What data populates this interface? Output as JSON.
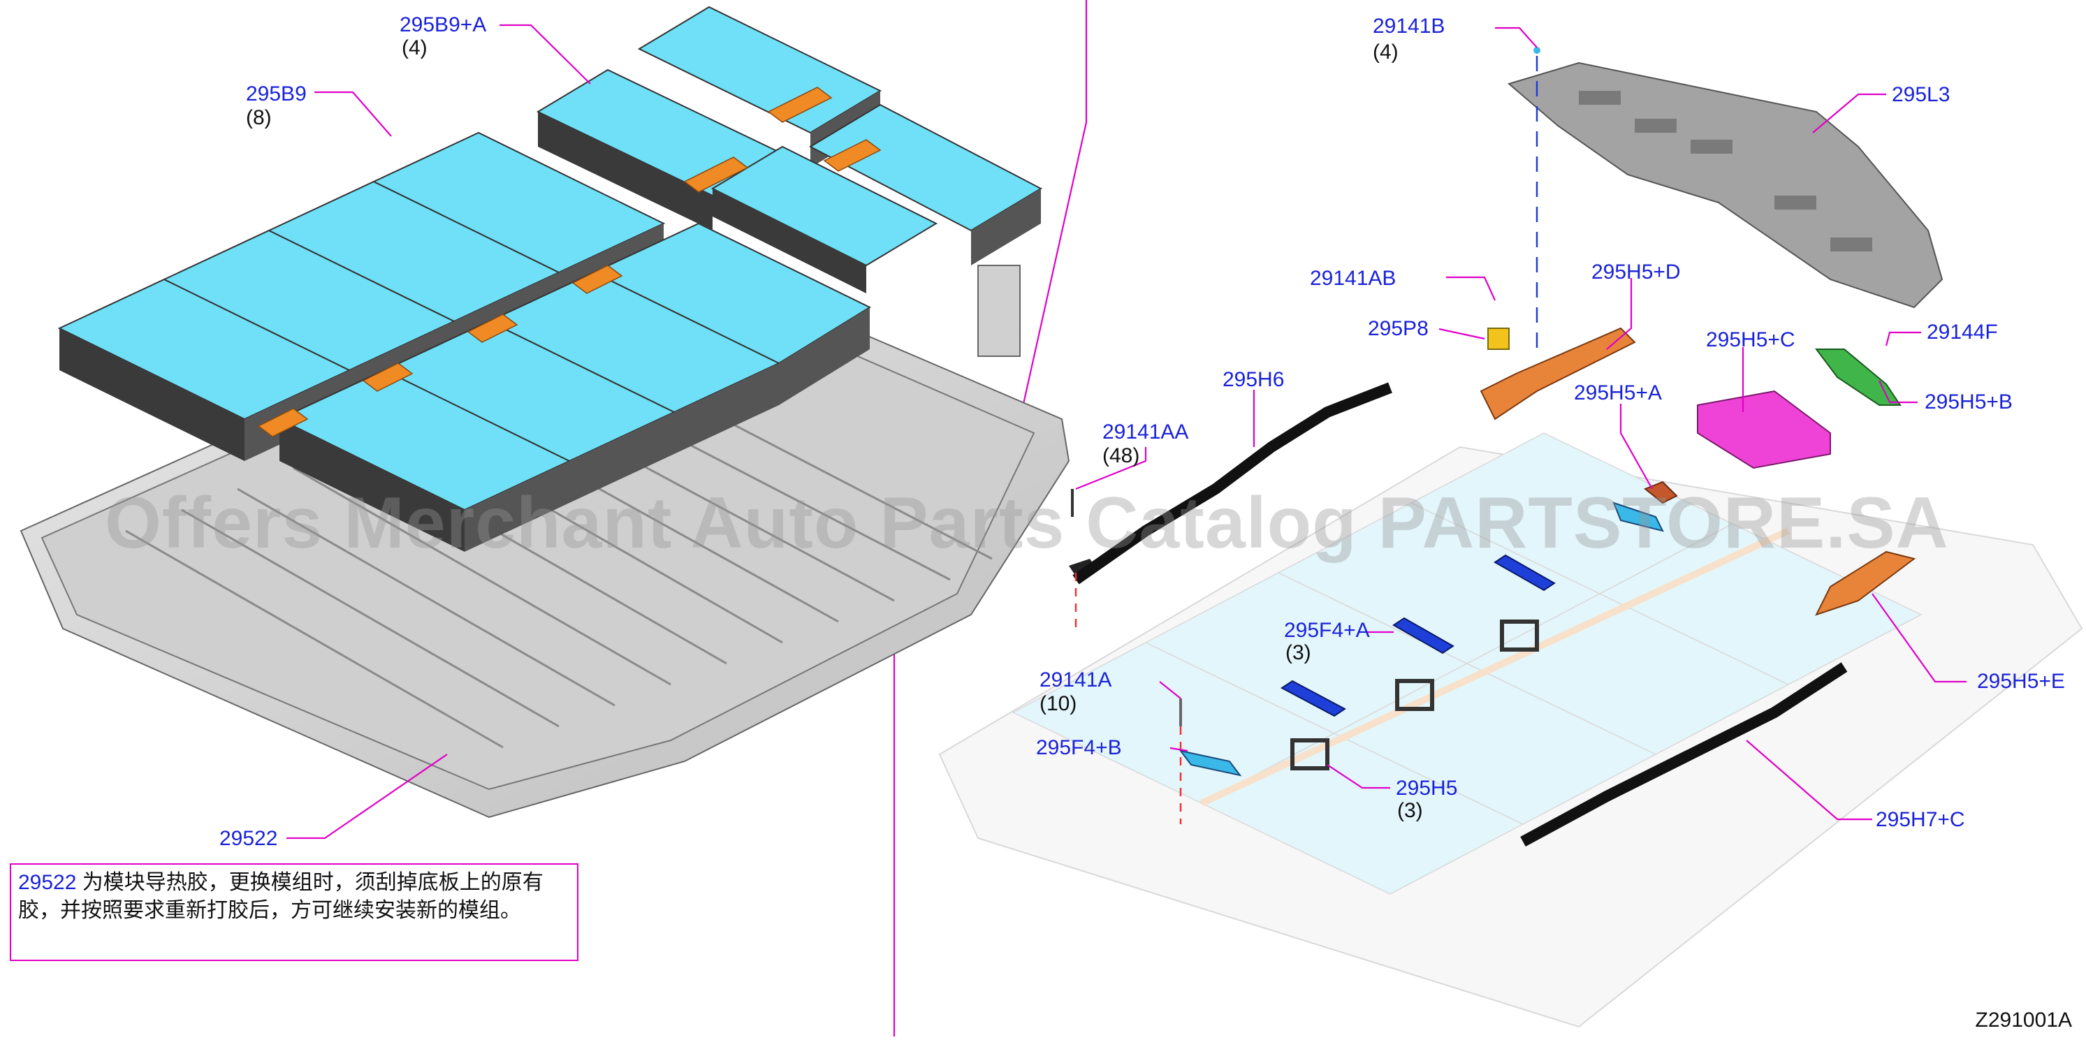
{
  "diagram": {
    "code": "Z291001A",
    "watermark": "Offers Merchant Auto Parts Catalog PARTSTORE.SA",
    "note": {
      "code": "29522",
      "text": " 为模块导热胶，更换模组时，须刮掉底板上的原有胶，并按照要求重新打胶后，方可继续安装新的模组。"
    },
    "callouts": [
      {
        "id": "c1",
        "part": "295B9+A",
        "qty": "(4)"
      },
      {
        "id": "c2",
        "part": "295B9",
        "qty": "(8)"
      },
      {
        "id": "c3",
        "part": "29522",
        "qty": ""
      },
      {
        "id": "c4",
        "part": "29141B",
        "qty": "(4)"
      },
      {
        "id": "c5",
        "part": "295L3",
        "qty": ""
      },
      {
        "id": "c6",
        "part": "29141AB",
        "qty": ""
      },
      {
        "id": "c7",
        "part": "295H5+D",
        "qty": ""
      },
      {
        "id": "c8",
        "part": "295P8",
        "qty": ""
      },
      {
        "id": "c9",
        "part": "295H5+C",
        "qty": ""
      },
      {
        "id": "c10",
        "part": "29144F",
        "qty": ""
      },
      {
        "id": "c11",
        "part": "295H6",
        "qty": ""
      },
      {
        "id": "c12",
        "part": "295H5+A",
        "qty": ""
      },
      {
        "id": "c13",
        "part": "295H5+B",
        "qty": ""
      },
      {
        "id": "c14",
        "part": "29141AA",
        "qty": "(48)"
      },
      {
        "id": "c15",
        "part": "295F4+A",
        "qty": "(3)"
      },
      {
        "id": "c16",
        "part": "295H5+E",
        "qty": ""
      },
      {
        "id": "c17",
        "part": "29141A",
        "qty": "(10)"
      },
      {
        "id": "c18",
        "part": "295F4+B",
        "qty": ""
      },
      {
        "id": "c19",
        "part": "295H5",
        "qty": "(3)"
      },
      {
        "id": "c20",
        "part": "295H7+C",
        "qty": ""
      }
    ],
    "colors": {
      "callout_text": "#1a22d8",
      "leader_line": "#e000c8",
      "module_top": "#6fe0f7",
      "module_body": "#3a3a3a",
      "connector": "#f08a24",
      "bracket_copper": "#e8843a",
      "bracket_magenta": "#ef42d6",
      "bracket_green": "#3fb54a",
      "bracket_blue": "#1e3fd8",
      "bracket_lightblue": "#3ab8e8",
      "tray_gray": "#d8d8d8",
      "cover_gray": "#9a9a9a"
    }
  }
}
